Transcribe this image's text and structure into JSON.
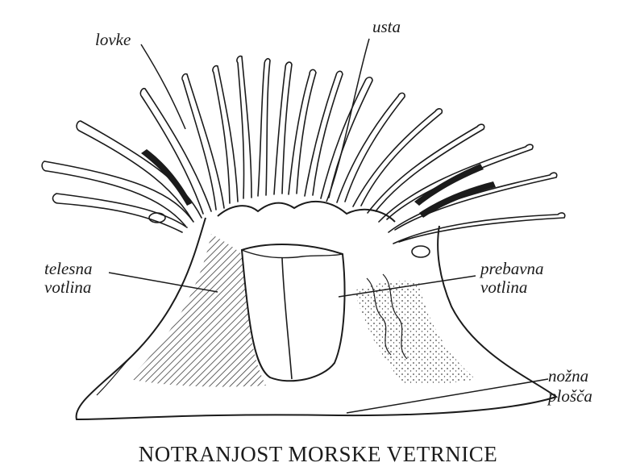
{
  "labels": {
    "tentacles": "lovke",
    "mouth": "usta",
    "body_cavity_1": "telesna",
    "body_cavity_2": "votlina",
    "digestive_cavity_1": "prebavna",
    "digestive_cavity_2": "votlina",
    "foot_disc_1": "nožna",
    "foot_disc_2": "plošča"
  },
  "caption": "NOTRANJOST MORSKE VETRNICE",
  "colors": {
    "ink": "#1b1b1b",
    "background": "#ffffff",
    "hatch": "#555555"
  }
}
